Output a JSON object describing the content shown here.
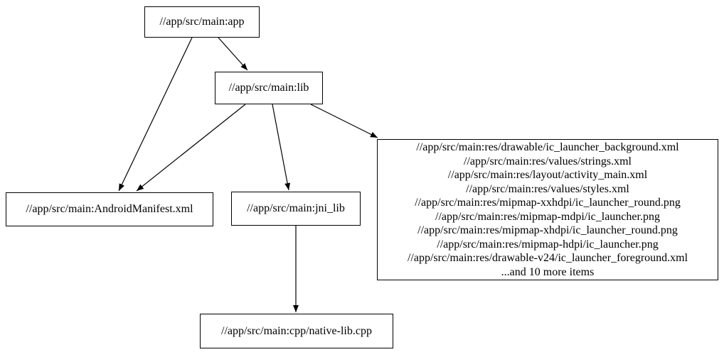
{
  "diagram": {
    "type": "dependency-graph",
    "colors": {
      "background": "#ffffff",
      "node_border": "#000000",
      "edge": "#000000",
      "text": "#000000"
    },
    "nodes": {
      "app": {
        "label": "//app/src/main:app"
      },
      "lib": {
        "label": "//app/src/main:lib"
      },
      "manifest": {
        "label": "//app/src/main:AndroidManifest.xml"
      },
      "jni_lib": {
        "label": "//app/src/main:jni_lib"
      },
      "res_group": {
        "lines": [
          "//app/src/main:res/drawable/ic_launcher_background.xml",
          "//app/src/main:res/values/strings.xml",
          "//app/src/main:res/layout/activity_main.xml",
          "//app/src/main:res/values/styles.xml",
          "//app/src/main:res/mipmap-xxhdpi/ic_launcher_round.png",
          "//app/src/main:res/mipmap-mdpi/ic_launcher.png",
          "//app/src/main:res/mipmap-xhdpi/ic_launcher_round.png",
          "//app/src/main:res/mipmap-hdpi/ic_launcher.png",
          "//app/src/main:res/drawable-v24/ic_launcher_foreground.xml",
          "...and 10 more items"
        ]
      },
      "native_lib": {
        "label": "//app/src/main:cpp/native-lib.cpp"
      }
    },
    "edges": [
      {
        "from": "app",
        "to": "lib"
      },
      {
        "from": "app",
        "to": "manifest"
      },
      {
        "from": "lib",
        "to": "manifest"
      },
      {
        "from": "lib",
        "to": "jni_lib"
      },
      {
        "from": "lib",
        "to": "res_group"
      },
      {
        "from": "jni_lib",
        "to": "native_lib"
      }
    ]
  }
}
